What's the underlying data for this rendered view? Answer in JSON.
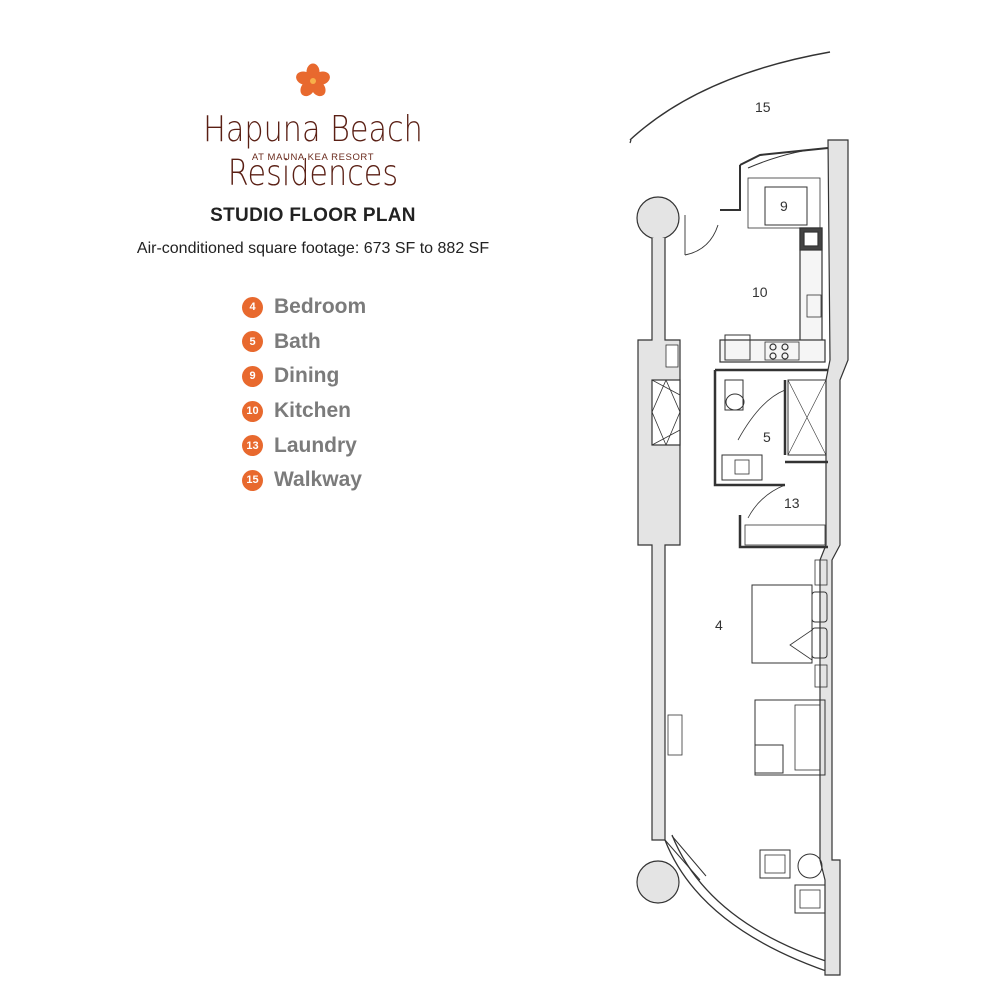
{
  "brand": {
    "name": "Hapuna Beach Residences",
    "subtitle": "AT MAUNA KEA RESORT",
    "accent_color": "#e8692e",
    "text_color": "#5a1f14",
    "logo_icon": "plumeria-flower-icon"
  },
  "plan": {
    "title": "STUDIO FLOOR PLAN",
    "subtitle": "Air-conditioned square footage: 673 SF to 882 SF"
  },
  "legend": [
    {
      "num": "4",
      "label": "Bedroom"
    },
    {
      "num": "5",
      "label": "Bath"
    },
    {
      "num": "9",
      "label": "Dining"
    },
    {
      "num": "10",
      "label": "Kitchen"
    },
    {
      "num": "13",
      "label": "Laundry"
    },
    {
      "num": "15",
      "label": "Walkway"
    }
  ],
  "rooms": {
    "walkway": "15",
    "dining": "9",
    "kitchen": "10",
    "bath": "5",
    "laundry": "13",
    "bedroom": "4"
  }
}
